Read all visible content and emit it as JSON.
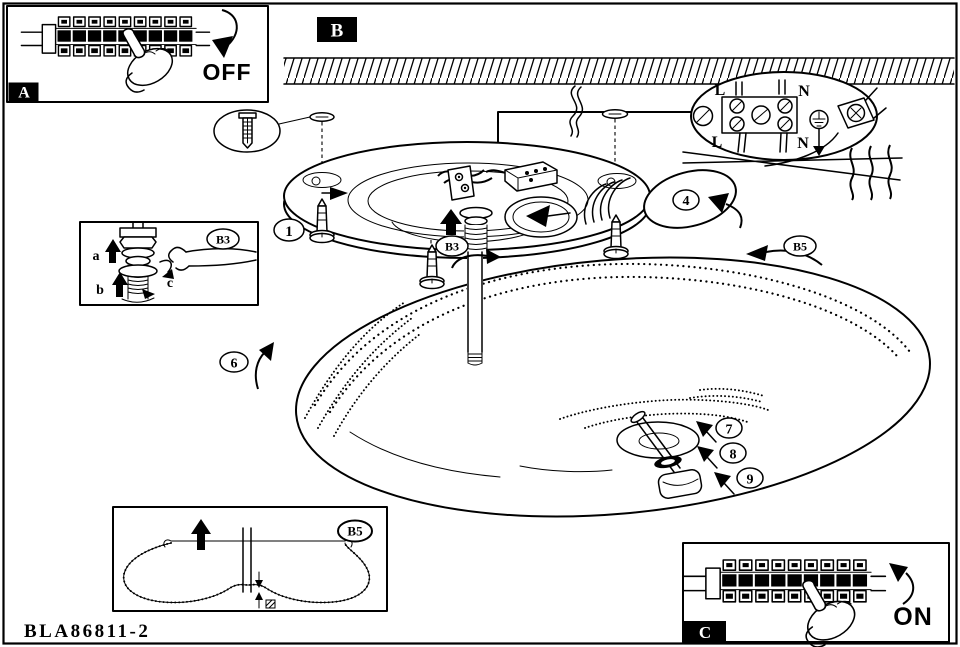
{
  "footer": {
    "part_number": "BLA86811-2"
  },
  "section_b": {
    "tag": "B"
  },
  "insets": {
    "a": {
      "tag": "A",
      "switch_label": "OFF"
    },
    "c": {
      "tag": "C",
      "switch_label": "ON"
    },
    "b3": {
      "tag": "B3",
      "label_a": "a",
      "label_b": "b",
      "label_c": "c"
    },
    "b5": {
      "tag": "B5"
    }
  },
  "wiring_detail": {
    "top_left": "L",
    "top_right": "N",
    "bottom_left": "L",
    "bottom_right": "N"
  },
  "callouts": {
    "step1": "1",
    "step4": "4",
    "step6": "6",
    "step7": "7",
    "step8": "8",
    "step9": "9",
    "detail_b3": "B3",
    "detail_b5": "B5"
  }
}
